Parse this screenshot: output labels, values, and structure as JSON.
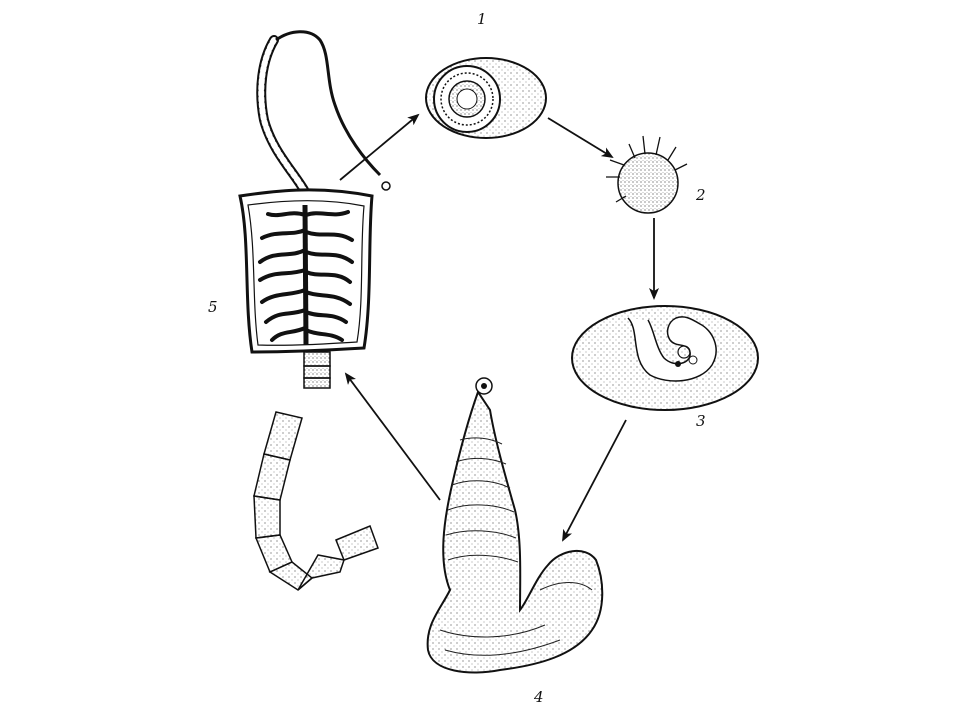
{
  "labels": {
    "stage_1": "1",
    "stage_2": "2",
    "stage_3": "3",
    "stage_4": "4",
    "stage_5": "5"
  },
  "colors": {
    "ink": "#111111",
    "paper": "#ffffff",
    "stipple": "#555555"
  }
}
